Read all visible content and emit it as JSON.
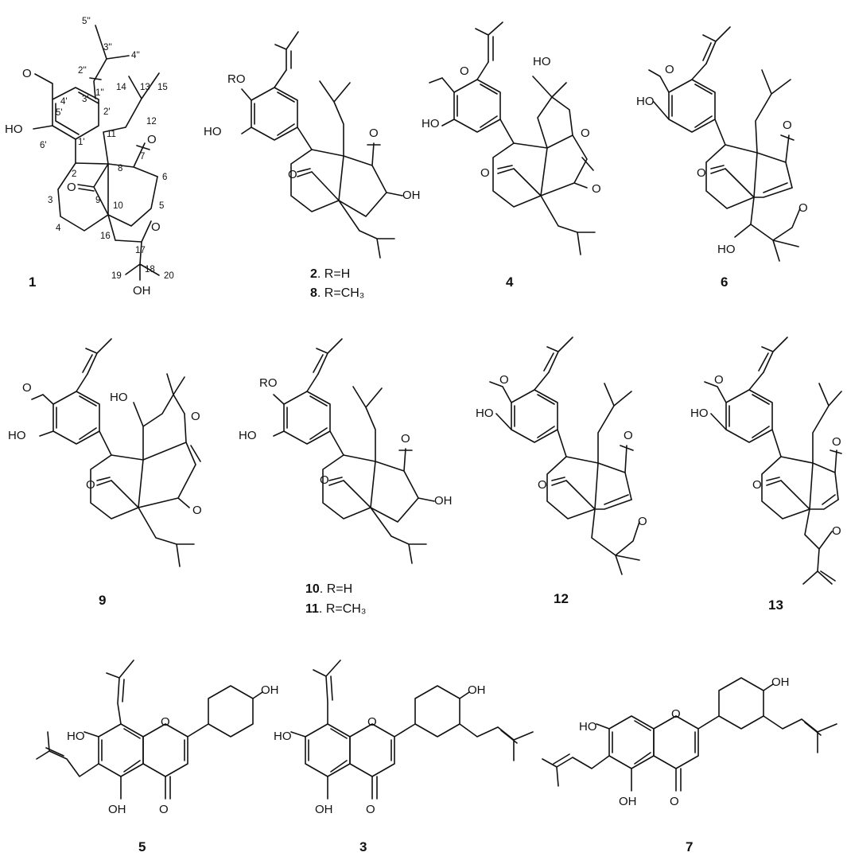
{
  "labels": {
    "hydroxyl": "OH",
    "hydroxyl_left": "HO",
    "methoxy_o": "O",
    "ring_o": "O",
    "carbonyl_o": "O",
    "ether_r": "RO"
  },
  "compounds": [
    {
      "id": "1"
    },
    {
      "id": "2",
      "r_label": "R=H"
    },
    {
      "id": "8",
      "r_label": "R=CH₃"
    },
    {
      "id": "4"
    },
    {
      "id": "6"
    },
    {
      "id": "9"
    },
    {
      "id": "10",
      "r_label": "R=H"
    },
    {
      "id": "11",
      "r_label": "R=CH₃"
    },
    {
      "id": "12"
    },
    {
      "id": "13"
    },
    {
      "id": "5"
    },
    {
      "id": "3"
    },
    {
      "id": "7"
    }
  ],
  "atom_numbers": [
    "5''",
    "3''",
    "4''",
    "2''",
    "1''",
    "4'",
    "3'",
    "14",
    "13",
    "15",
    "5'",
    "2'",
    "12",
    "6'",
    "11",
    "1'",
    "7",
    "2",
    "8",
    "6",
    "3",
    "9",
    "10",
    "5",
    "4",
    "16",
    "17",
    "18",
    "19",
    "20"
  ],
  "colors": {
    "ink": "#111111",
    "background": "#ffffff"
  }
}
